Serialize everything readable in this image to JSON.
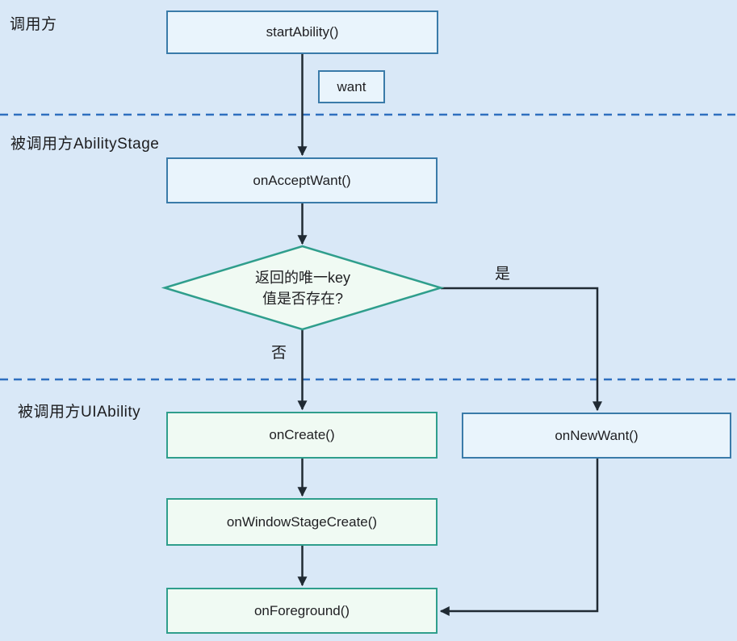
{
  "diagram": {
    "title_hint": "startAbility specified-mode launch flowchart",
    "sections": {
      "caller": {
        "label": "调用方"
      },
      "ability_stage": {
        "label": "被调用方AbilityStage"
      },
      "ui_ability": {
        "label": "被调用方UIAbility"
      }
    },
    "nodes": {
      "start_ability": {
        "label": "startAbility()",
        "style": "blue"
      },
      "want": {
        "label": "want",
        "style": "blue"
      },
      "on_accept_want": {
        "label": "onAcceptWant()",
        "style": "blue"
      },
      "decision": {
        "line1": "返回的唯一key",
        "line2": "值是否存在?",
        "style": "diamond-green"
      },
      "on_create": {
        "label": "onCreate()",
        "style": "green"
      },
      "on_new_want": {
        "label": "onNewWant()",
        "style": "blue"
      },
      "on_window_stage_create": {
        "label": "onWindowStageCreate()",
        "style": "green"
      },
      "on_foreground": {
        "label": "onForeground()",
        "style": "green"
      }
    },
    "edge_labels": {
      "yes": "是",
      "no": "否"
    },
    "colors": {
      "background": "#d9e8f7",
      "blue_node_fill": "#e9f4fc",
      "blue_node_border": "#3a7ba9",
      "green_node_fill": "#f0faf3",
      "green_node_border": "#2f9e8c",
      "diamond_fill": "#f0faf3",
      "diamond_border": "#2f9e8c",
      "separator_dash": "#2f6fbf",
      "arrow": "#202a33",
      "text": "#1c1c1e"
    }
  }
}
